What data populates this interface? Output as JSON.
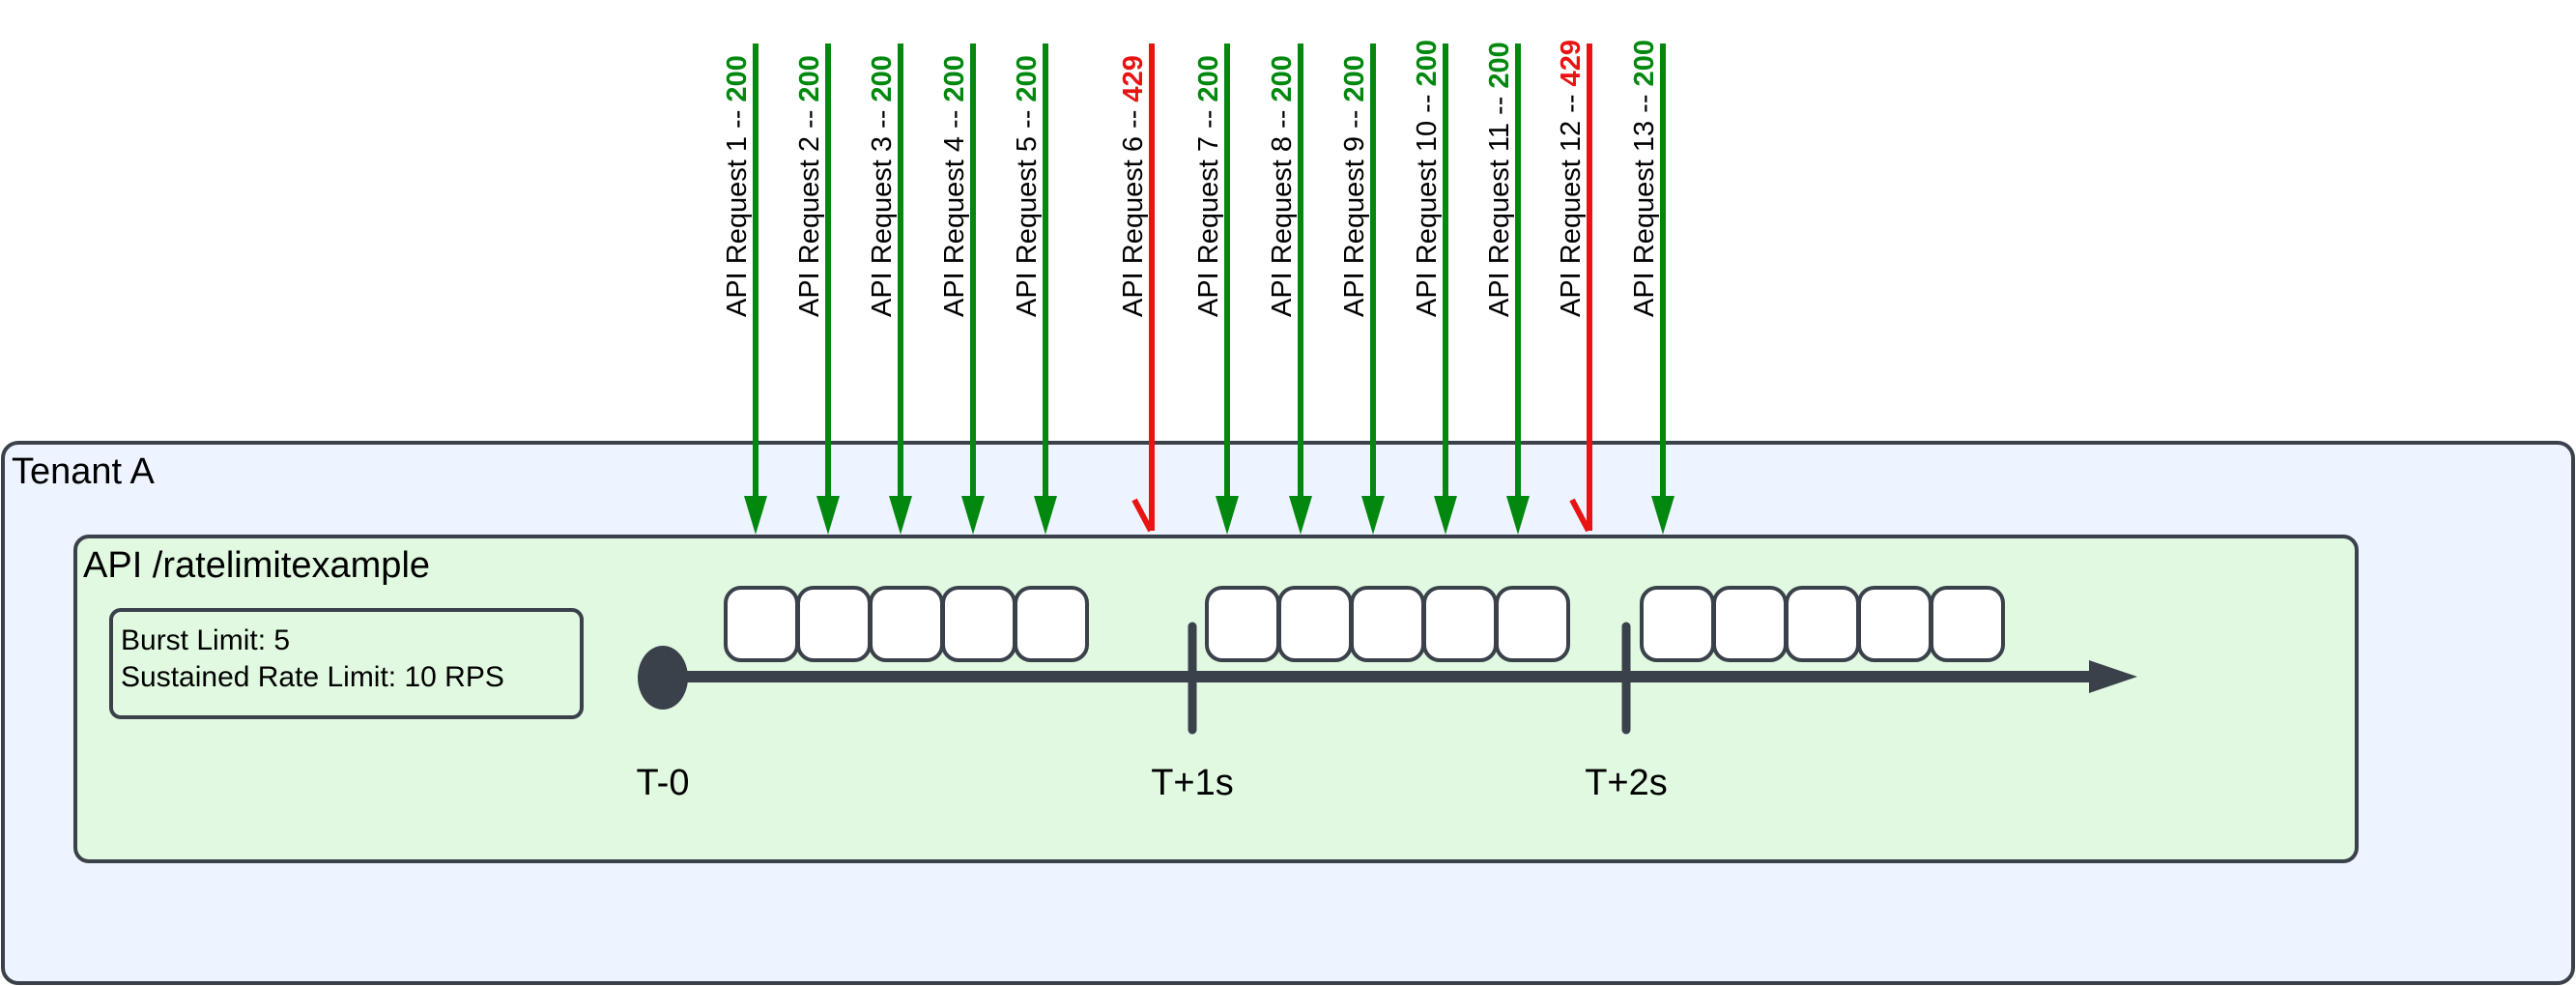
{
  "colors": {
    "success": "#02880F",
    "rejected": "#E81313",
    "stroke": "#3A414A",
    "tenant_fill": "#EDF4FF",
    "api_fill": "#E0F9E0",
    "bucket_fill": "#FFFFFF"
  },
  "tenant": {
    "label": "Tenant A"
  },
  "api": {
    "label": "API /ratelimitexample"
  },
  "limits": {
    "burst_label": "Burst Limit: 5",
    "sustained_label": "Sustained Rate Limit: 10 RPS",
    "burst": 5,
    "sustained_rps": 10
  },
  "timeline": {
    "markers": [
      {
        "label": "T-0",
        "time_s": 0,
        "kind": "start"
      },
      {
        "label": "T+1s",
        "time_s": 1,
        "kind": "tick"
      },
      {
        "label": "T+2s",
        "time_s": 2,
        "kind": "tick"
      }
    ],
    "icons": {
      "start": "start-dot-icon",
      "end": "arrowhead-icon"
    }
  },
  "buckets": [
    {
      "time_s": 0,
      "slots": 5
    },
    {
      "time_s": 1,
      "slots": 5
    },
    {
      "time_s": 2,
      "slots": 5
    }
  ],
  "requests": [
    {
      "label": "API Request 1 -- ",
      "status": "200",
      "accepted": true
    },
    {
      "label": "API Request 2 -- ",
      "status": "200",
      "accepted": true
    },
    {
      "label": "API Request 3 -- ",
      "status": "200",
      "accepted": true
    },
    {
      "label": "API Request 4 -- ",
      "status": "200",
      "accepted": true
    },
    {
      "label": "API Request 5 -- ",
      "status": "200",
      "accepted": true
    },
    {
      "label": "API Request 6 -- ",
      "status": "429",
      "accepted": false
    },
    {
      "label": "API Request 7 -- ",
      "status": "200",
      "accepted": true
    },
    {
      "label": "API Request 8 -- ",
      "status": "200",
      "accepted": true
    },
    {
      "label": "API Request 9 -- ",
      "status": "200",
      "accepted": true
    },
    {
      "label": "API Request 10 -- ",
      "status": "200",
      "accepted": true
    },
    {
      "label": "API Request 11 -- ",
      "status": "200",
      "accepted": true
    },
    {
      "label": "API Request 12 -- ",
      "status": "429",
      "accepted": false
    },
    {
      "label": "API Request 13 -- ",
      "status": "200",
      "accepted": true
    }
  ]
}
